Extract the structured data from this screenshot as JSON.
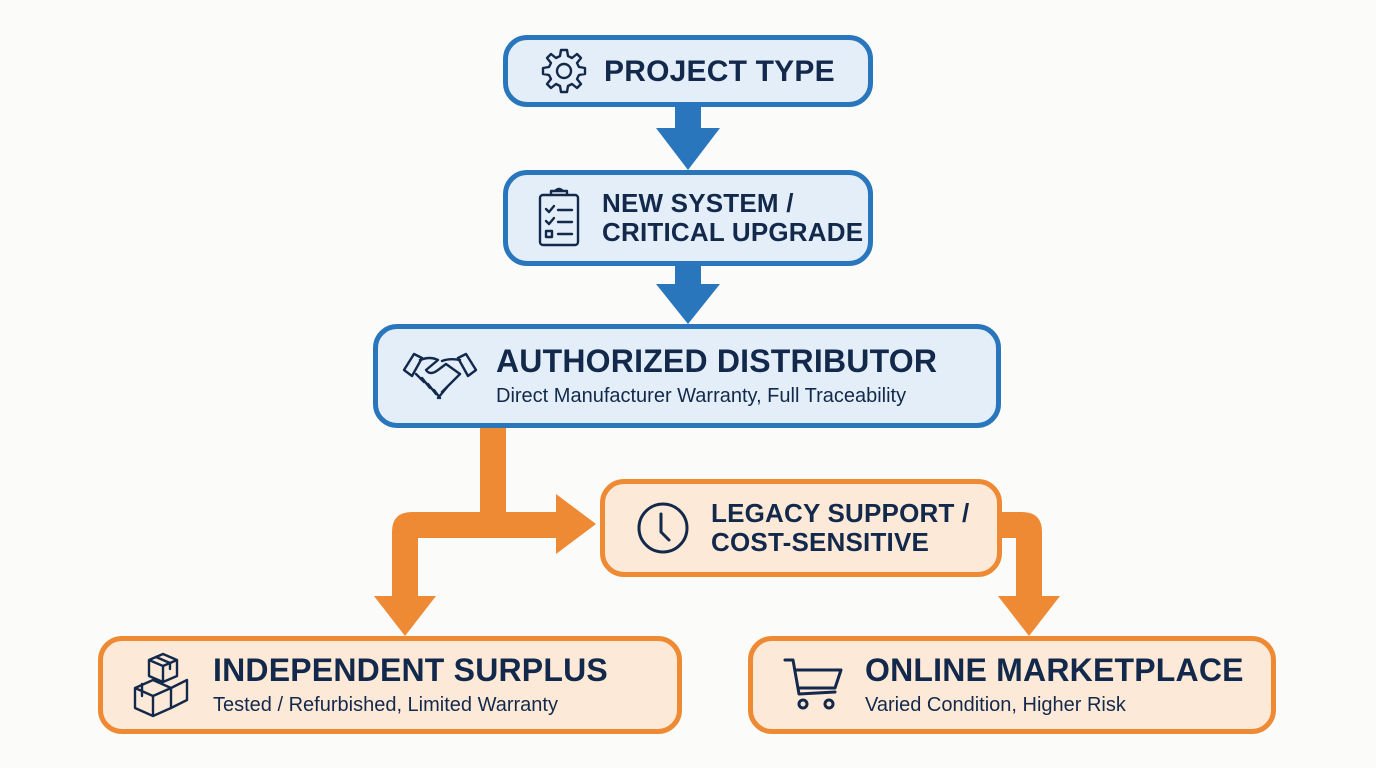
{
  "diagram": {
    "nodes": {
      "project_type": {
        "title": "PROJECT TYPE",
        "icon": "gear-icon"
      },
      "new_system": {
        "title_line1": "NEW SYSTEM /",
        "title_line2": "CRITICAL UPGRADE",
        "icon": "clipboard-checklist-icon"
      },
      "authorized": {
        "title": "AUTHORIZED DISTRIBUTOR",
        "subtitle": "Direct Manufacturer Warranty, Full Traceability",
        "icon": "handshake-icon"
      },
      "legacy": {
        "title_line1": "LEGACY SUPPORT /",
        "title_line2": "COST-SENSITIVE",
        "icon": "clock-icon"
      },
      "surplus": {
        "title": "INDEPENDENT SURPLUS",
        "subtitle": "Tested / Refurbished, Limited Warranty",
        "icon": "boxes-icon"
      },
      "marketplace": {
        "title": "ONLINE MARKETPLACE",
        "subtitle": "Varied Condition, Higher Risk",
        "icon": "shopping-cart-icon"
      }
    },
    "edges": [
      {
        "from": "PROJECT TYPE",
        "to": "NEW SYSTEM / CRITICAL UPGRADE"
      },
      {
        "from": "NEW SYSTEM / CRITICAL UPGRADE",
        "to": "AUTHORIZED DISTRIBUTOR"
      },
      {
        "from": "AUTHORIZED DISTRIBUTOR",
        "to": "LEGACY SUPPORT / COST-SENSITIVE"
      },
      {
        "from": "AUTHORIZED DISTRIBUTOR",
        "to": "INDEPENDENT SURPLUS"
      },
      {
        "from": "LEGACY SUPPORT / COST-SENSITIVE",
        "to": "ONLINE MARKETPLACE"
      }
    ],
    "colors": {
      "blue_border": "#2a76bd",
      "blue_fill": "#e3eef8",
      "orange_border": "#ee8a34",
      "orange_fill": "#fde9d8",
      "text": "#13294b"
    }
  }
}
